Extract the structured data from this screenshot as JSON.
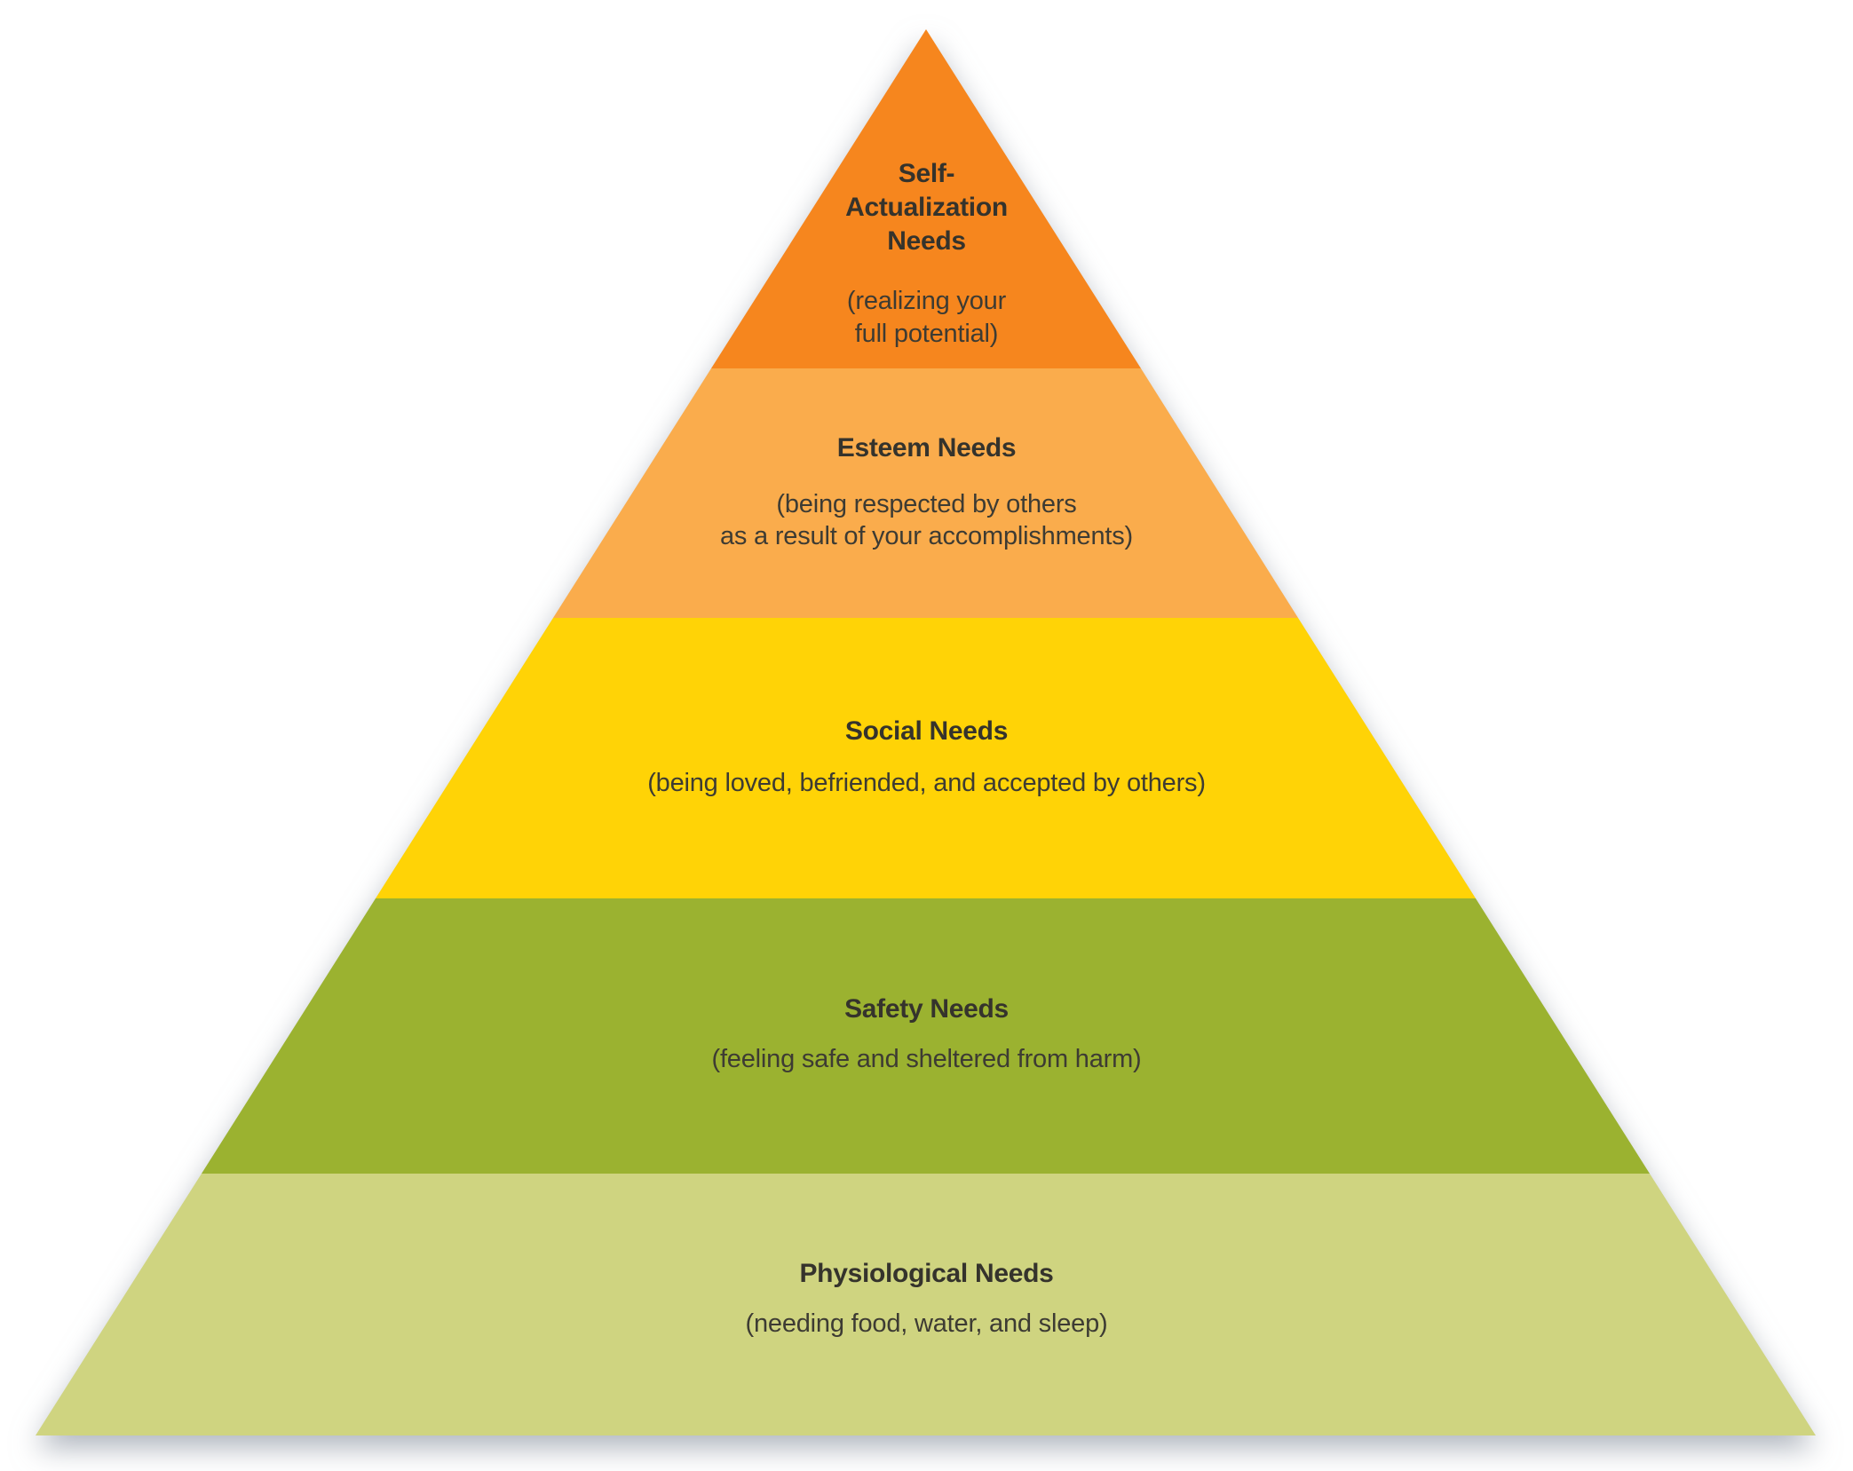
{
  "diagram": {
    "kind": "pyramid-hierarchy",
    "background_color": "#FFFFFF",
    "title_text_color": "#35332C",
    "desc_text_color": "#3D3B33",
    "levels": [
      {
        "name": "self-actualization-needs",
        "rank": 1,
        "title": "Self-\nActualization\nNeeds",
        "description": "(realizing your\nfull potential)",
        "color": "#F6861E"
      },
      {
        "name": "esteem-needs",
        "rank": 2,
        "title": "Esteem Needs",
        "description": "(being respected by others\nas a result of your accomplishments)",
        "color": "#FAAC4C"
      },
      {
        "name": "social-needs",
        "rank": 3,
        "title": "Social Needs",
        "description": "(being loved, befriended, and accepted by others)",
        "color": "#FFD306"
      },
      {
        "name": "safety-needs",
        "rank": 4,
        "title": "Safety Needs",
        "description": "(feeling safe and sheltered from harm)",
        "color": "#9BB230"
      },
      {
        "name": "physiological-needs",
        "rank": 5,
        "title": "Physiological Needs",
        "description": "(needing food, water, and sleep)",
        "color": "#CFD480"
      }
    ]
  }
}
